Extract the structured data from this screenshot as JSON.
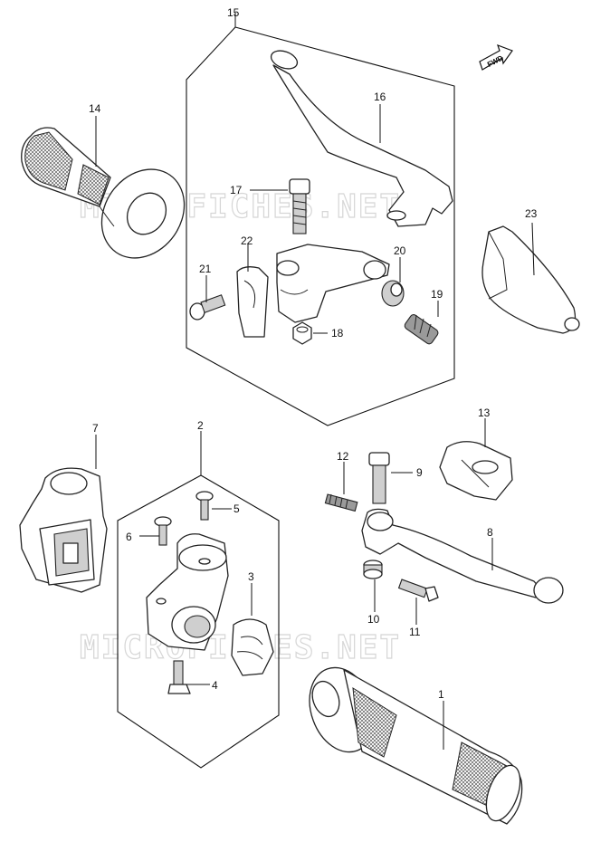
{
  "watermark": "MICROFICHES.NET",
  "fwd_label": "FWD",
  "parts": {
    "p1": "1",
    "p2": "2",
    "p3": "3",
    "p4": "4",
    "p5": "5",
    "p6": "6",
    "p7": "7",
    "p8": "8",
    "p9": "9",
    "p10": "10",
    "p11": "11",
    "p12": "12",
    "p13": "13",
    "p14": "14",
    "p15": "15",
    "p16": "16",
    "p17": "17",
    "p18": "18",
    "p19": "19",
    "p20": "20",
    "p21": "21",
    "p22": "22",
    "p23": "23"
  }
}
